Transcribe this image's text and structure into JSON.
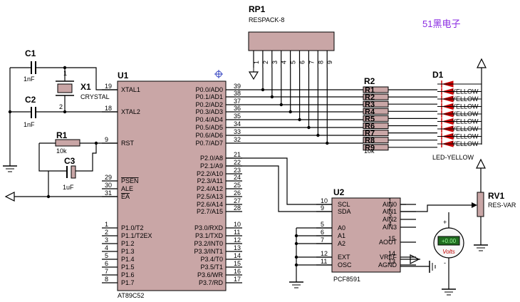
{
  "brand": {
    "text": "51黑电子",
    "color": "#8a2be2"
  },
  "rp1": {
    "ref": "RP1",
    "part": "RESPACK-8",
    "pins": [
      "1",
      "2",
      "3",
      "4",
      "5",
      "6",
      "7",
      "8",
      "9"
    ]
  },
  "u1": {
    "ref": "U1",
    "part": "AT89C52",
    "left_pins": [
      {
        "num": "19",
        "label": "XTAL1"
      },
      {
        "num": "18",
        "label": "XTAL2"
      },
      {
        "num": "9",
        "label": "RST"
      },
      {
        "num": "29",
        "label": "PSEN"
      },
      {
        "num": "30",
        "label": "ALE"
      },
      {
        "num": "31",
        "label": "EA"
      },
      {
        "num": "1",
        "label": "P1.0/T2"
      },
      {
        "num": "2",
        "label": "P1.1/T2EX"
      },
      {
        "num": "3",
        "label": "P1.2"
      },
      {
        "num": "4",
        "label": "P1.3"
      },
      {
        "num": "5",
        "label": "P1.4"
      },
      {
        "num": "6",
        "label": "P1.5"
      },
      {
        "num": "7",
        "label": "P1.6"
      },
      {
        "num": "8",
        "label": "P1.7"
      }
    ],
    "right_pins": [
      {
        "num": "39",
        "label": "P0.0/AD0"
      },
      {
        "num": "38",
        "label": "P0.1/AD1"
      },
      {
        "num": "37",
        "label": "P0.2/AD2"
      },
      {
        "num": "36",
        "label": "P0.3/AD3"
      },
      {
        "num": "35",
        "label": "P0.4/AD4"
      },
      {
        "num": "34",
        "label": "P0.5/AD5"
      },
      {
        "num": "33",
        "label": "P0.6/AD6"
      },
      {
        "num": "32",
        "label": "P0.7/AD7"
      },
      {
        "num": "21",
        "label": "P2.0/A8"
      },
      {
        "num": "22",
        "label": "P2.1/A9"
      },
      {
        "num": "23",
        "label": "P2.2/A10"
      },
      {
        "num": "24",
        "label": "P2.3/A11"
      },
      {
        "num": "25",
        "label": "P2.4/A12"
      },
      {
        "num": "26",
        "label": "P2.5/A13"
      },
      {
        "num": "27",
        "label": "P2.6/A14"
      },
      {
        "num": "28",
        "label": "P2.7/A15"
      },
      {
        "num": "10",
        "label": "P3.0/RXD"
      },
      {
        "num": "11",
        "label": "P3.1/TXD"
      },
      {
        "num": "12",
        "label": "P3.2/INT0"
      },
      {
        "num": "13",
        "label": "P3.3/INT1"
      },
      {
        "num": "14",
        "label": "P3.4/T0"
      },
      {
        "num": "15",
        "label": "P3.5/T1"
      },
      {
        "num": "16",
        "label": "P3.6/WR"
      },
      {
        "num": "17",
        "label": "P3.7/RD"
      }
    ]
  },
  "c1": {
    "ref": "C1",
    "value": "1nF"
  },
  "c2": {
    "ref": "C2",
    "value": "1nF"
  },
  "c3": {
    "ref": "C3",
    "value": "1uF"
  },
  "x1": {
    "ref": "X1",
    "part": "CRYSTAL",
    "pin1": "1",
    "pin2": "2"
  },
  "r1": {
    "ref": "R1",
    "value": "10k"
  },
  "r2": {
    "ref": "R2",
    "value": "10k",
    "rows": [
      "R1",
      "R2",
      "R3",
      "R4",
      "R5",
      "R6",
      "R7",
      "R8",
      "R9"
    ]
  },
  "d1": {
    "ref": "D1",
    "part": "LED-YELLOW",
    "label": "YELLOW",
    "color": "#cc0000"
  },
  "u2": {
    "ref": "U2",
    "part": "PCF8591",
    "left_pins": [
      {
        "num": "10",
        "label": "SCL"
      },
      {
        "num": "9",
        "label": "SDA"
      },
      {
        "num": "5",
        "label": "A0"
      },
      {
        "num": "6",
        "label": "A1"
      },
      {
        "num": "7",
        "label": "A2"
      },
      {
        "num": "12",
        "label": "EXT"
      },
      {
        "num": "11",
        "label": "OSC"
      }
    ],
    "right_pins": [
      {
        "num": "1",
        "label": "AIN0"
      },
      {
        "num": "2",
        "label": "AIN1"
      },
      {
        "num": "3",
        "label": "AIN2"
      },
      {
        "num": "4",
        "label": "AIN3"
      },
      {
        "num": "15",
        "label": "AOUT"
      },
      {
        "num": "14",
        "label": "VREF"
      },
      {
        "num": "13",
        "label": "AGND"
      }
    ]
  },
  "rv1": {
    "ref": "RV1",
    "part": "RES-VAR"
  },
  "voltmeter": {
    "reading": "+0.00",
    "unit": "Volts",
    "plus": "+",
    "minus": "-"
  }
}
